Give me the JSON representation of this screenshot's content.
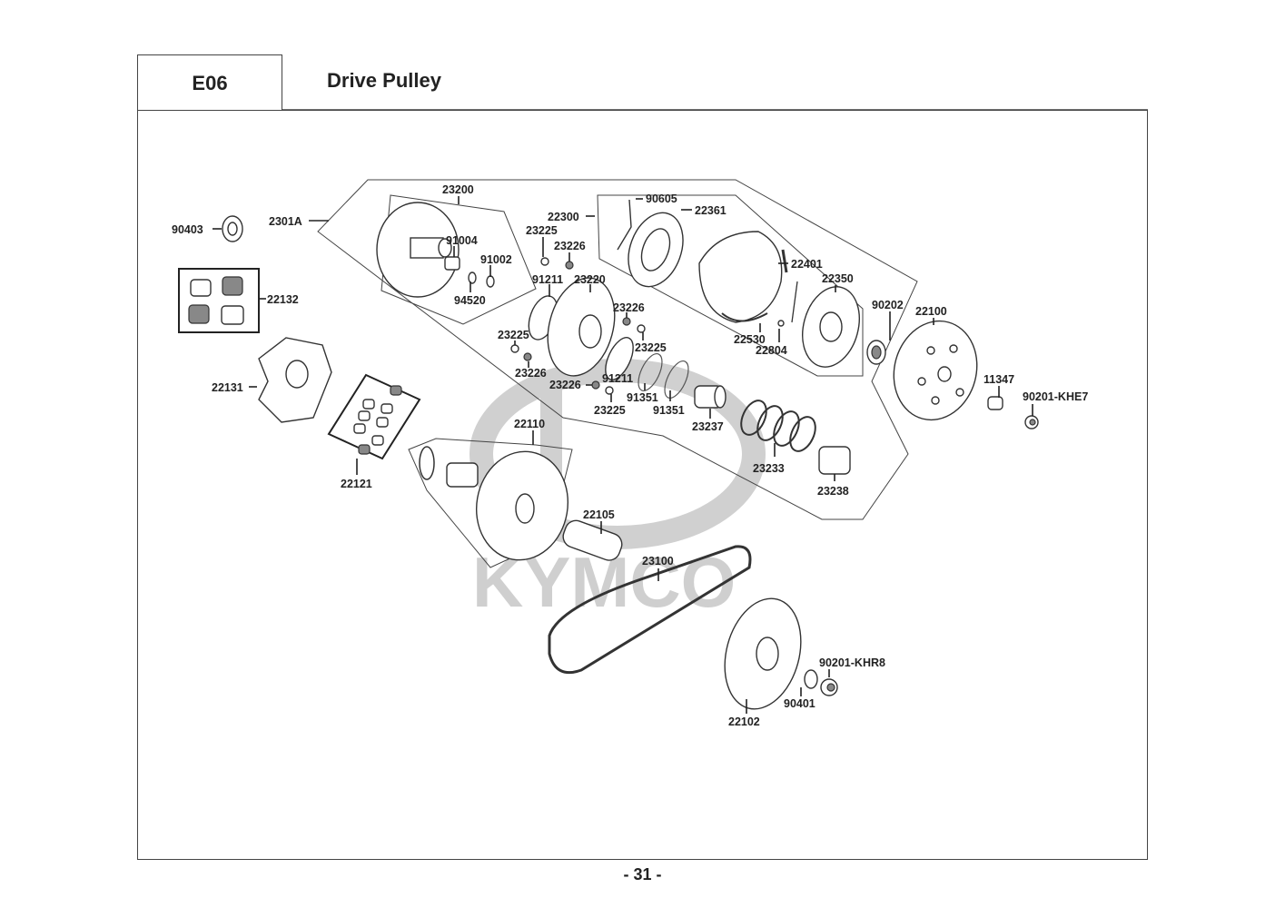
{
  "header": {
    "section_code": "E06",
    "title": "Drive Pulley"
  },
  "watermark": {
    "brand": "KYMCO"
  },
  "parts": [
    {
      "id": "90403"
    },
    {
      "id": "2301A"
    },
    {
      "id": "23200"
    },
    {
      "id": "91004"
    },
    {
      "id": "91002"
    },
    {
      "id": "94520"
    },
    {
      "id": "22132"
    },
    {
      "id": "23225"
    },
    {
      "id": "23226"
    },
    {
      "id": "91211"
    },
    {
      "id": "23220"
    },
    {
      "id": "23226"
    },
    {
      "id": "23225"
    },
    {
      "id": "23225"
    },
    {
      "id": "23226"
    },
    {
      "id": "23226"
    },
    {
      "id": "91211"
    },
    {
      "id": "23225"
    },
    {
      "id": "91351"
    },
    {
      "id": "91351"
    },
    {
      "id": "23237"
    },
    {
      "id": "22300"
    },
    {
      "id": "90605"
    },
    {
      "id": "22361"
    },
    {
      "id": "22401"
    },
    {
      "id": "22350"
    },
    {
      "id": "22530"
    },
    {
      "id": "22804"
    },
    {
      "id": "90202"
    },
    {
      "id": "22100"
    },
    {
      "id": "11347"
    },
    {
      "id": "90201-KHE7"
    },
    {
      "id": "22131"
    },
    {
      "id": "22121"
    },
    {
      "id": "22110"
    },
    {
      "id": "22105"
    },
    {
      "id": "23233"
    },
    {
      "id": "23238"
    },
    {
      "id": "23100"
    },
    {
      "id": "22102"
    },
    {
      "id": "90401"
    },
    {
      "id": "90201-KHR8"
    }
  ],
  "footer": {
    "page_number": "- 31 -"
  }
}
